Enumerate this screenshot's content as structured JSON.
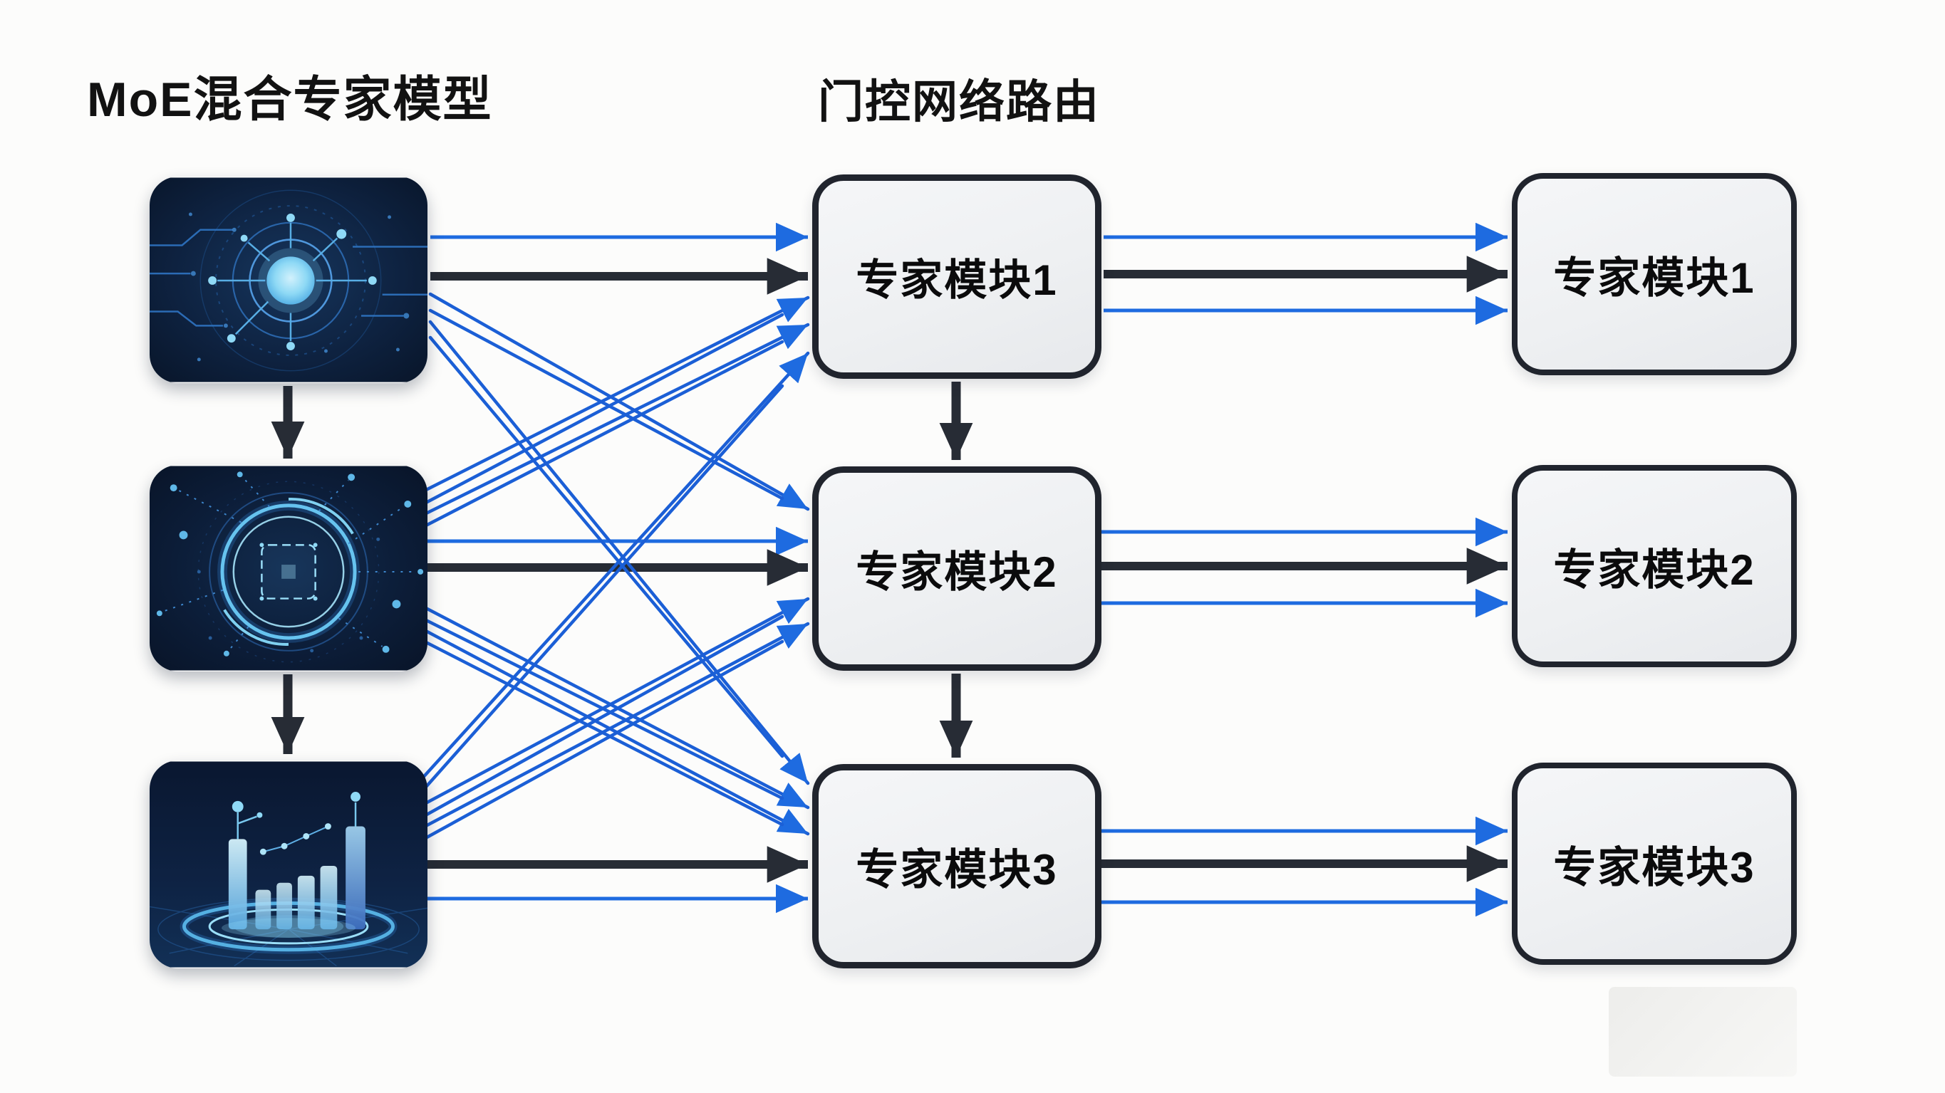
{
  "titles": {
    "moe": "MoE混合专家模型",
    "gating": "门控网络路由"
  },
  "nodes": {
    "middle": [
      {
        "label": "专家模块1"
      },
      {
        "label": "专家模块2"
      },
      {
        "label": "专家模块3"
      }
    ],
    "right": [
      {
        "label": "专家模块1"
      },
      {
        "label": "专家模块2"
      },
      {
        "label": "专家模块3"
      }
    ]
  },
  "images": {
    "left": [
      {
        "name": "neural-core-image"
      },
      {
        "name": "chip-ring-image"
      },
      {
        "name": "bar-chart-hologram-image"
      }
    ]
  },
  "colors": {
    "arrow_blue": "#1e6be0",
    "arrow_black": "#272c35",
    "node_fill": "#f0f2f4",
    "node_border": "#20242d",
    "background": "#fcfcfb"
  }
}
